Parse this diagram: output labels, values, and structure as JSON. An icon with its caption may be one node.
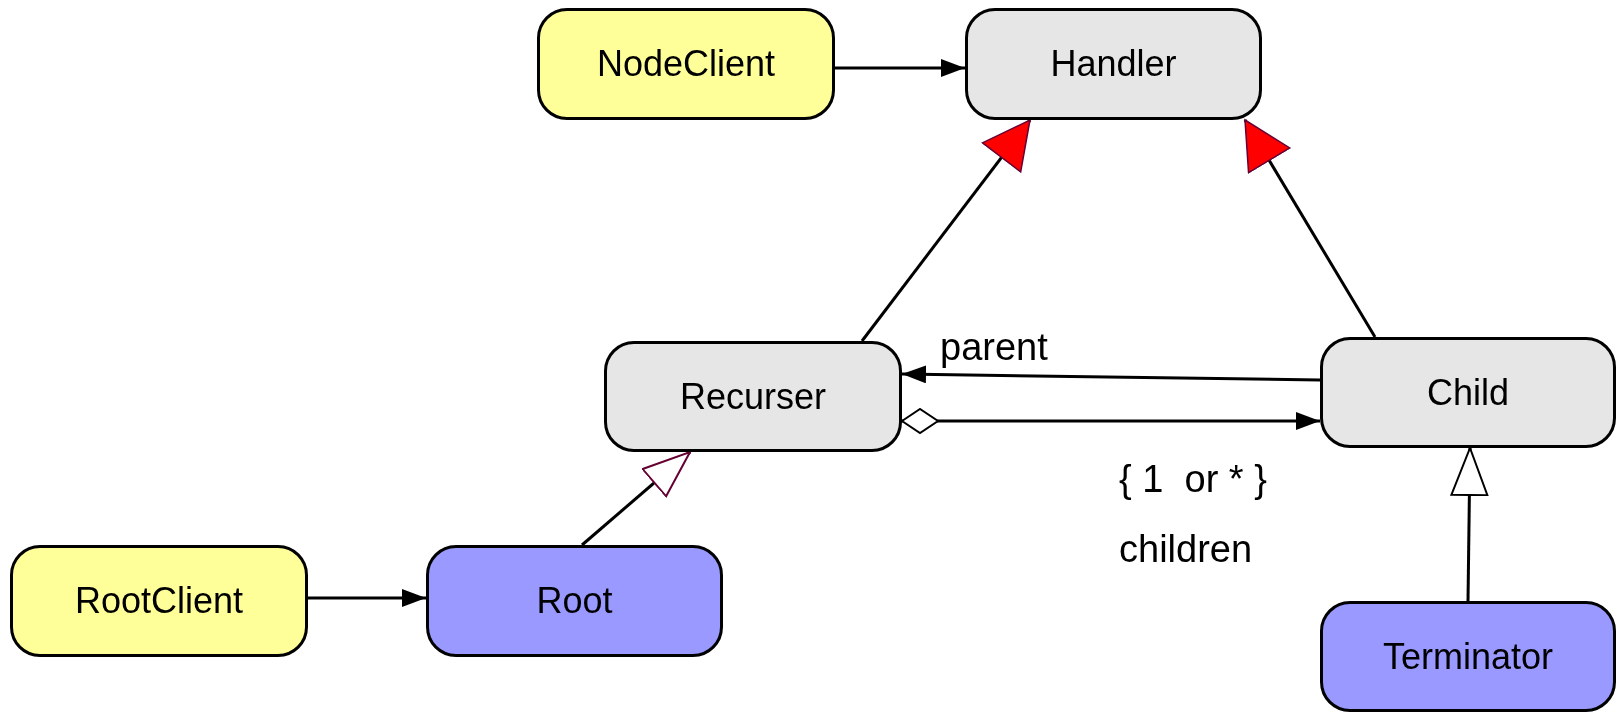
{
  "diagram": {
    "nodes": [
      {
        "text": [
          "NodeClient"
        ]
      },
      {
        "text": [
          "Handler"
        ]
      },
      {
        "text": [
          "Recurser"
        ]
      },
      {
        "text": [
          "Child"
        ]
      },
      {
        "text": [
          "RootClient"
        ]
      },
      {
        "text": [
          "Root"
        ]
      },
      {
        "text": [
          "Terminator"
        ]
      }
    ],
    "edges": [
      {
        "from": 0,
        "to": 1,
        "arrow": "to"
      },
      {
        "from": 2,
        "to": 1,
        "arrow": "to"
      },
      {
        "from": 3,
        "to": 1,
        "arrow": "to"
      },
      {
        "from": 3,
        "to": 2,
        "arrow": "to",
        "label": "parent"
      },
      {
        "from": 2,
        "to": 3,
        "arrow": "to",
        "label": "{ 1  or * }"
      },
      {
        "from": 4,
        "to": 5,
        "arrow": "to"
      },
      {
        "from": 5,
        "to": 2,
        "arrow": "to"
      },
      {
        "from": 6,
        "to": 3,
        "arrow": "to"
      }
    ],
    "labels": [
      "children"
    ]
  }
}
